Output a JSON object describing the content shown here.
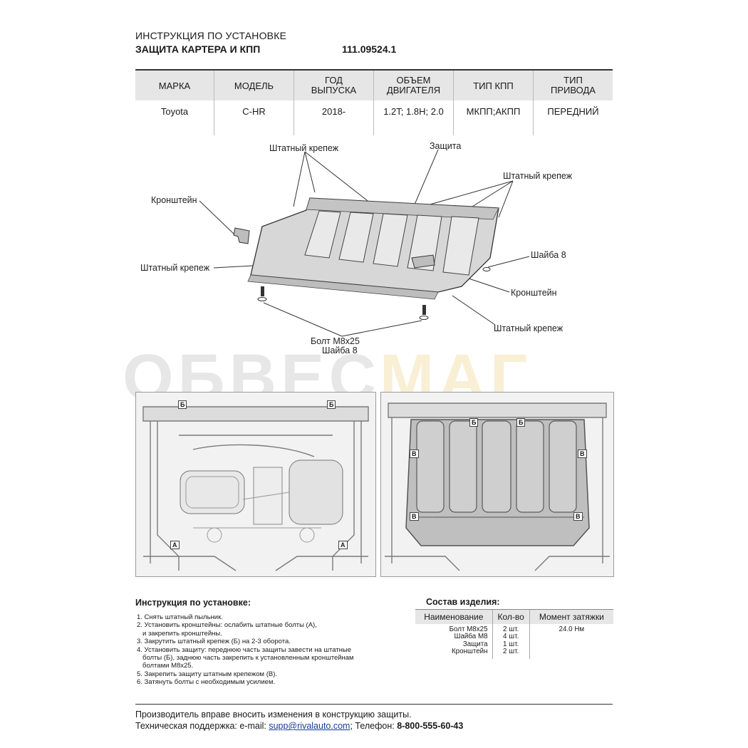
{
  "header": {
    "line1": "ИНСТРУКЦИЯ ПО УСТАНОВКЕ",
    "line2": "ЗАЩИТА КАРТЕРА И КПП",
    "part_number": "111.09524.1"
  },
  "spec": {
    "headers": [
      "МАРКА",
      "МОДЕЛЬ",
      "ГОД\nВЫПУСКА",
      "ОБЪЕМ\nДВИГАТЕЛЯ",
      "ТИП КПП",
      "ТИП\nПРИВОДА"
    ],
    "values": [
      "Toyota",
      "C-HR",
      "2018-",
      "1.2T; 1.8H; 2.0",
      "МКПП;АКПП",
      "ПЕРЕДНИЙ"
    ]
  },
  "diagram": {
    "labels": {
      "fastener_top": "Штатный крепеж",
      "shield": "Защита",
      "fastener_right": "Штатный крепеж",
      "bracket_left": "Кронштейн",
      "fastener_left": "Штатный крепеж",
      "washer_right": "Шайба 8",
      "bracket_right": "Кронштейн",
      "fastener_bottom": "Штатный крепеж",
      "bolt": "Болт М8х25",
      "washer_bottom": "Шайба 8"
    }
  },
  "watermark": {
    "part1": "ОБВЕС",
    "part2": "МАГ"
  },
  "photos": {
    "left_marks": [
      "Б",
      "Б",
      "А",
      "А"
    ],
    "right_marks": [
      "Б",
      "Б",
      "В",
      "В",
      "В",
      "В"
    ]
  },
  "instructions": {
    "title": "Инструкция по установке:",
    "steps": [
      "1. Снять штатный пыльник.",
      "2. Установить кронштейны: ослабить штатные болты (А),",
      "    и закрепить кронштейны.",
      "3. Закрутить штатный крепеж (Б) на 2-3 оборота.",
      "4. Установить защиту: переднюю часть защиты завести на штатные",
      "    болты (Б), заднюю часть закрепить к установленным кронштейнам",
      "    болтами М8х25.",
      "5. Закрепить защиту штатным крепежом (В).",
      "6. Затянуть болты с необходимым усилием."
    ]
  },
  "composition": {
    "title": "Состав изделия:",
    "headers": [
      "Наименование",
      "Кол-во",
      "Момент затяжки"
    ],
    "rows": [
      [
        "Болт М8х25",
        "2 шт.",
        "24.0 Нм"
      ],
      [
        "Шайба М8",
        "4 шт.",
        ""
      ],
      [
        "Защита",
        "1 шт.",
        ""
      ],
      [
        "Кронштейн",
        "2 шт.",
        ""
      ]
    ]
  },
  "footer": {
    "notice": "Производитель вправе вносить изменения в конструкцию защиты.",
    "support_label": "Техническая поддержка:  e-mail: ",
    "email": "supp@rivalauto.com",
    "phone_label": "; Телефон: ",
    "phone": "8-800-555-60-43"
  }
}
